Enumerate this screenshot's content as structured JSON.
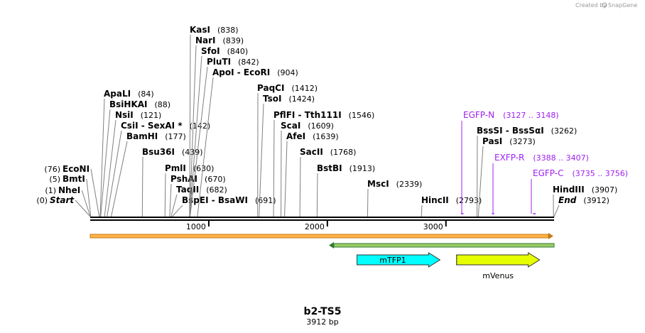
{
  "credit": {
    "prefix": "Created by",
    "brand": "SnapGene"
  },
  "map": {
    "name": "b2-TS5",
    "length_label": "3912 bp",
    "length_bp": 3912
  },
  "ruler": {
    "ticks": [
      {
        "bp": 1000,
        "label": "1000"
      },
      {
        "bp": 2000,
        "label": "2000"
      },
      {
        "bp": 3000,
        "label": "3000"
      }
    ]
  },
  "enzymes": [
    {
      "name": "Start",
      "pos": "(0)",
      "bp": 0,
      "italic": true
    },
    {
      "name": "NheI",
      "pos": "(1)",
      "bp": 1
    },
    {
      "name": "BmtI",
      "pos": "(5)",
      "bp": 5
    },
    {
      "name": "EcoNI",
      "pos": "(76)",
      "bp": 76
    },
    {
      "name": "ApaLI",
      "pos": "(84)",
      "bp": 84
    },
    {
      "name": "BsiHKAI",
      "pos": "(88)",
      "bp": 88
    },
    {
      "name": "NsiI",
      "pos": "(121)",
      "bp": 121
    },
    {
      "name": "CsiI  -  SexAI *",
      "pos": "(142)",
      "bp": 142
    },
    {
      "name": "BamHI",
      "pos": "(177)",
      "bp": 177
    },
    {
      "name": "Bsu36I",
      "pos": "(439)",
      "bp": 439
    },
    {
      "name": "PmlI",
      "pos": "(630)",
      "bp": 630
    },
    {
      "name": "PshAI",
      "pos": "(670)",
      "bp": 670
    },
    {
      "name": "TaqII",
      "pos": "(682)",
      "bp": 682
    },
    {
      "name": "BspEI  -  BsaWI",
      "pos": "(691)",
      "bp": 691
    },
    {
      "name": "KasI",
      "pos": "(838)",
      "bp": 838
    },
    {
      "name": "NarI",
      "pos": "(839)",
      "bp": 839
    },
    {
      "name": "SfoI",
      "pos": "(840)",
      "bp": 840
    },
    {
      "name": "PluTI",
      "pos": "(842)",
      "bp": 842
    },
    {
      "name": "ApoI  -  EcoRI",
      "pos": "(904)",
      "bp": 904
    },
    {
      "name": "PaqCI",
      "pos": "(1412)",
      "bp": 1412
    },
    {
      "name": "TsoI",
      "pos": "(1424)",
      "bp": 1424
    },
    {
      "name": "PflFI  -  Tth111I",
      "pos": "(1546)",
      "bp": 1546
    },
    {
      "name": "ScaI",
      "pos": "(1609)",
      "bp": 1609
    },
    {
      "name": "AfeI",
      "pos": "(1639)",
      "bp": 1639
    },
    {
      "name": "SacII",
      "pos": "(1768)",
      "bp": 1768
    },
    {
      "name": "BstBI",
      "pos": "(1913)",
      "bp": 1913
    },
    {
      "name": "MscI",
      "pos": "(2339)",
      "bp": 2339
    },
    {
      "name": "HincII",
      "pos": "(2793)",
      "bp": 2793
    },
    {
      "name": "BssSI  -  BssSαI",
      "pos": "(3262)",
      "bp": 3262
    },
    {
      "name": "PasI",
      "pos": "(3273)",
      "bp": 3273
    },
    {
      "name": "HindIII",
      "pos": "(3907)",
      "bp": 3907
    },
    {
      "name": "End",
      "pos": "(3912)",
      "bp": 3912,
      "italic": true
    }
  ],
  "primers": [
    {
      "name": "EGFP-N",
      "range": "(3127 .. 3148)",
      "start": 3127,
      "end": 3148
    },
    {
      "name": "EXFP-R",
      "range": "(3388 .. 3407)",
      "start": 3388,
      "end": 3407
    },
    {
      "name": "EGFP-C",
      "range": "(3735 .. 3756)",
      "start": 3735,
      "end": 3756
    }
  ],
  "features": [
    {
      "name": "mTFP1",
      "start": 2250,
      "end": 2950,
      "fill": "#00ffff",
      "label_inside": true
    },
    {
      "name": "mVenus",
      "start": 3090,
      "end": 3790,
      "fill": "#e6ff00",
      "label_inside": false
    }
  ],
  "colors": {
    "primer": "#a020f0",
    "orange_track": "#ffb347",
    "orange_edge": "#c47a1a",
    "green_track": "#9ccc65",
    "green_edge": "#2e7d32"
  }
}
